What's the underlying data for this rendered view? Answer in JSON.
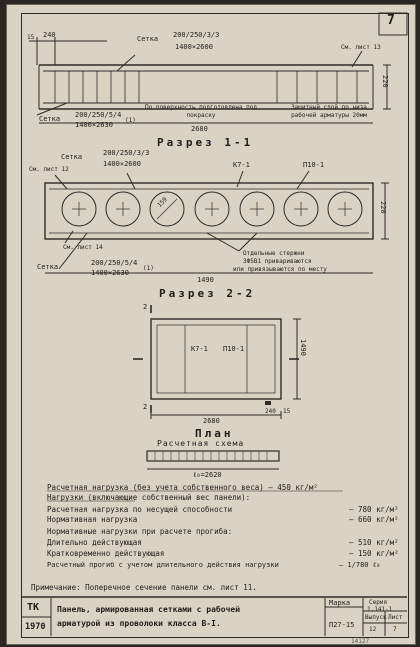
{
  "sheet_number": "7",
  "top_section": {
    "dim_15": "15",
    "dim_240": "240",
    "mesh_word": "Сетка",
    "mesh_main": "200/250/3/3",
    "mesh_size": "1400×2600",
    "ref_sheet": "См. лист 13",
    "mesh_left": "200/250/5/4",
    "mesh_left_size": "1400×2630",
    "mesh_left_suffix": "(1)",
    "mesh_left_word": "Сетка",
    "surface_note": "По поверхность подготовлена под покраску",
    "cover_note": "Защитный слой до низа рабочей арматуры 20мм",
    "length": "2680",
    "height_220": "220"
  },
  "section_1_title": "Разрез 1-1",
  "section_1": {
    "ref_12": "См. лист 12",
    "mesh_word": "Сетка",
    "mesh": "200/250/3/3",
    "mesh_size": "1400×2600",
    "k7": "К7-1",
    "p10": "П10-1",
    "hole_dim": "159",
    "ref_14": "См. лист 14",
    "height": "220",
    "bars_note_1": "Отдельные стержни",
    "bars_note_2": "3Ф5В1 привариваются",
    "bars_note_3": "или привязываются по месту",
    "mesh2_word": "Сетка",
    "mesh2": "200/250/5/4",
    "mesh2_size": "1400×2630",
    "mesh2_suffix": "(1)",
    "width": "1490"
  },
  "section_2_title": "Разрез 2-2",
  "plan": {
    "mark_2": "2",
    "k7": "К7-1",
    "p10": "П10-1",
    "height": "1490",
    "length": "2680",
    "d240": "240",
    "d15": "15",
    "title": "План"
  },
  "scheme": {
    "title": "Расчетная схема",
    "span": "ℓ₀=2620"
  },
  "loads": {
    "line1": "Расчетная нагрузка (без учета собственного веса) – 450 кг/м²",
    "line2": "Нагрузки (включающие собственный вес панели):",
    "rows": [
      {
        "label": "Расчетная нагрузка по несущей способности",
        "value": "– 780 кг/м²"
      },
      {
        "label": "Нормативная нагрузка",
        "value": "– 660 кг/м²"
      },
      {
        "label": "Нормативные нагрузки при расчете прогиба:",
        "value": ""
      },
      {
        "label": "Длительно действующая",
        "value": "– 510 кг/м²"
      },
      {
        "label": "Кратковременно действующая",
        "value": "– 150 кг/м²"
      },
      {
        "label": "Расчетный прогиб с учетом длительного действия нагрузки",
        "value": "– 1/780 ℓ₀"
      }
    ]
  },
  "note": "Примечание: Поперечное сечение панели см. лист 11.",
  "title_block": {
    "org": "ТК",
    "year": "1970",
    "title_line1": "Панель, армированная сетками с рабочей",
    "title_line2": "арматурой из проволоки класса В-I.",
    "mark_label": "Марка",
    "mark_value": "П27-15",
    "series_label": "Серия",
    "series_value": "1.141-1",
    "issue_label": "Выпуск",
    "issue_value": "12",
    "sheet_label": "Лист",
    "sheet_value": "7"
  },
  "archive": "14127"
}
